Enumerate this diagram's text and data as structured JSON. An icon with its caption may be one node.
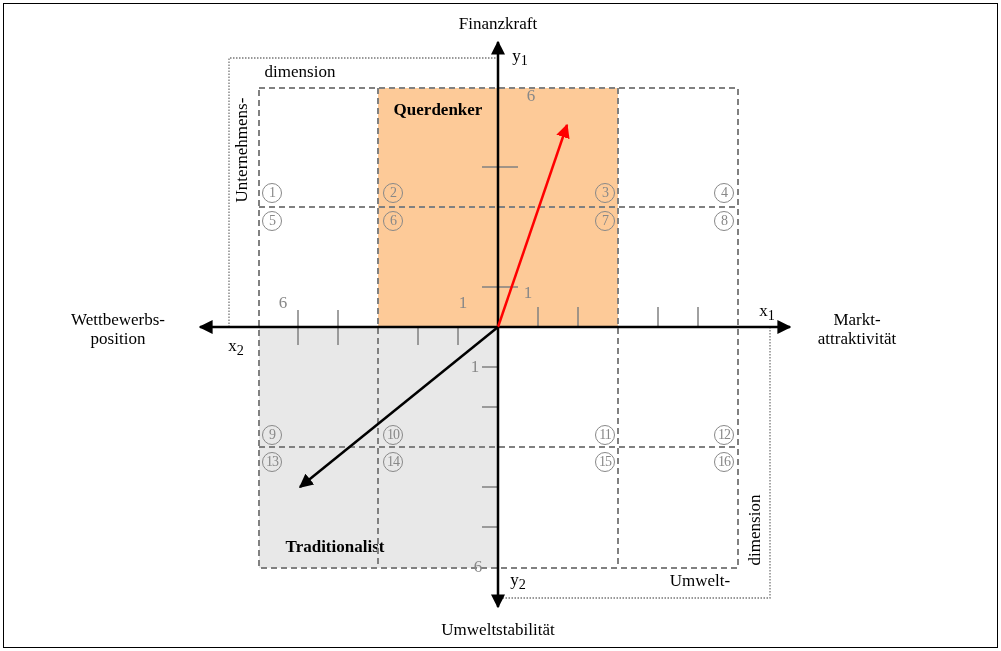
{
  "diagram": {
    "nodes": [
      {
        "text": [
          "Querdenker"
        ]
      },
      {
        "text": [
          "Traditionalist"
        ]
      }
    ],
    "labels": [
      "Finanzkraft",
      "y$_{1}$",
      "dimension",
      "Unternehmens-",
      "6",
      "1",
      "2",
      "3",
      "4",
      "5",
      "6",
      "7",
      "8",
      "6",
      "1",
      "1",
      "Wettbewerbs- position",
      "x$_{1}$",
      "Markt- attraktivität",
      "x$_{2}$",
      "1",
      "9",
      "10",
      "11",
      "12",
      "13",
      "14",
      "15",
      "16",
      "dimension",
      "6",
      "y$_{2}$",
      "Umwelt-",
      "Umweltstabilität"
    ]
  }
}
